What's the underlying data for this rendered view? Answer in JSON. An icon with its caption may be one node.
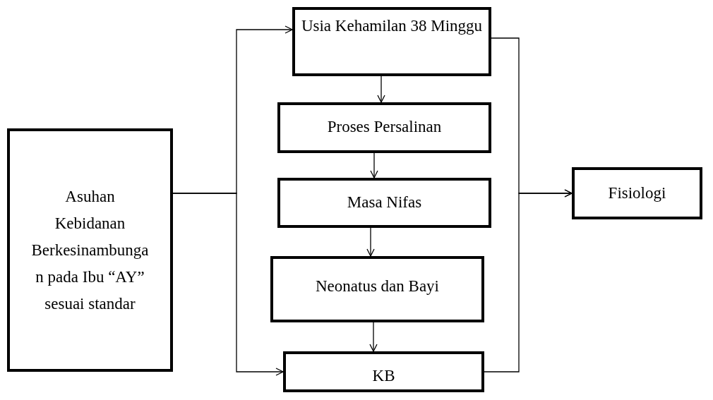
{
  "diagram": {
    "nodes": [
      {
        "text": [
          "Asuhan Kebidanan Berkesinambungan pada Ibu “AY” sesuai standar"
        ]
      },
      {
        "text": [
          "Usia Kehamilan 38 Minggu"
        ]
      },
      {
        "text": [
          "Proses Persalinan"
        ]
      },
      {
        "text": [
          "Masa Nifas"
        ]
      },
      {
        "text": [
          "Neonatus dan Bayi"
        ]
      },
      {
        "text": [
          "KB"
        ]
      },
      {
        "text": [
          "Fisiologi"
        ]
      }
    ],
    "edges": [
      {
        "from": 0,
        "to": 1,
        "arrow": "to"
      },
      {
        "from": 0,
        "to": 5,
        "arrow": "to"
      },
      {
        "from": 1,
        "to": 2,
        "arrow": "to"
      },
      {
        "from": 2,
        "to": 3,
        "arrow": "to"
      },
      {
        "from": 3,
        "to": 4,
        "arrow": "to"
      },
      {
        "from": 4,
        "to": 5,
        "arrow": "to"
      },
      {
        "from": 1,
        "to": 6,
        "arrow": "to"
      },
      {
        "from": 5,
        "to": 6,
        "arrow": "to"
      }
    ]
  }
}
